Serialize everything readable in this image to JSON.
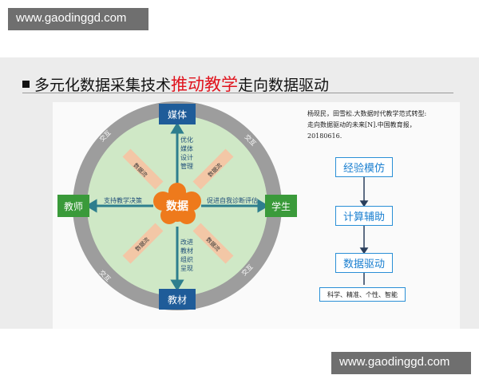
{
  "watermark": {
    "text": "www.gaodinggd.com"
  },
  "title": {
    "prefix": "多元化数据采集技术",
    "highlight": "推动教学",
    "suffix": "走向数据驱动"
  },
  "diagram": {
    "center": "数据",
    "nodes": {
      "top": "媒体",
      "left": "教师",
      "right": "学生",
      "bottom": "教材"
    },
    "ring_labels": [
      "交互",
      "交互",
      "交互",
      "交互"
    ],
    "flow_label": "数据流",
    "edges": {
      "top": "优化媒体设计管理",
      "left": "支持教学决策",
      "right": "促进自我诊断评估",
      "bottom": "改进教材组织呈现"
    }
  },
  "reference": {
    "line1": "杨现民，田雪松.大数据时代教学范式转型:",
    "line2": "走向数据驱动的未来[N].中国教育报，",
    "line3": "20180616."
  },
  "flow": {
    "steps": [
      "经验模仿",
      "计算辅助",
      "数据驱动"
    ],
    "summary": "科学、精准、个性、智能"
  },
  "colors": {
    "node": "#1f5c99",
    "student": "#3a9a3a",
    "teacher": "#3a9a3a",
    "center": "#ee7a1c",
    "ring": "#9d9d9d",
    "inner": "#cfe8c6",
    "arrow": "#2e7e8e",
    "title_red": "#e0141e"
  }
}
